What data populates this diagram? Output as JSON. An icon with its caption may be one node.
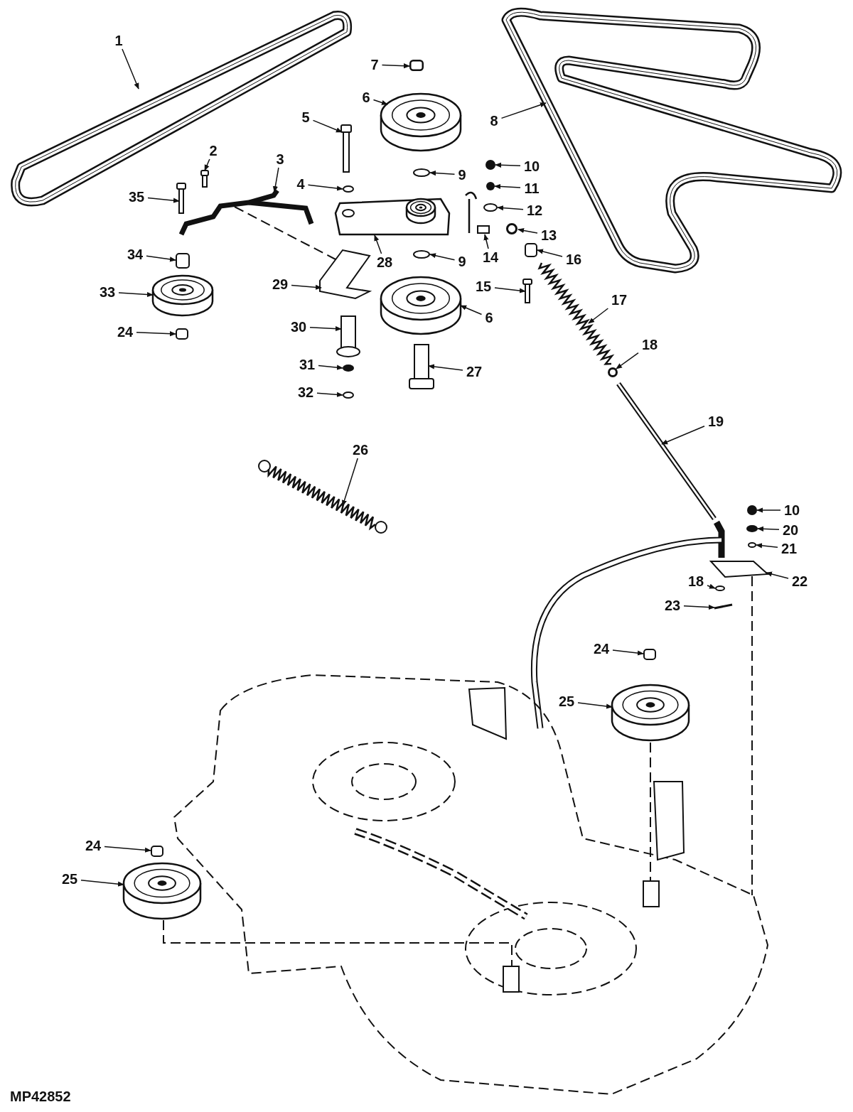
{
  "diagram": {
    "nodes": [
      {
        "text": [
          "1"
        ]
      },
      {
        "text": [
          "7"
        ]
      },
      {
        "text": [
          "8"
        ]
      },
      {
        "text": [
          "6"
        ]
      },
      {
        "text": [
          "5"
        ]
      },
      {
        "text": [
          "2"
        ]
      },
      {
        "text": [
          "3"
        ]
      },
      {
        "text": [
          "10"
        ]
      },
      {
        "text": [
          "9"
        ]
      },
      {
        "text": [
          "4"
        ]
      },
      {
        "text": [
          "11"
        ]
      },
      {
        "text": [
          "35"
        ]
      },
      {
        "text": [
          "12"
        ]
      },
      {
        "text": [
          "13"
        ]
      },
      {
        "text": [
          "34"
        ]
      },
      {
        "text": [
          "14"
        ]
      },
      {
        "text": [
          "28"
        ]
      },
      {
        "text": [
          "9"
        ]
      },
      {
        "text": [
          "16"
        ]
      },
      {
        "text": [
          "29"
        ]
      },
      {
        "text": [
          "33"
        ]
      },
      {
        "text": [
          "15"
        ]
      },
      {
        "text": [
          "17"
        ]
      },
      {
        "text": [
          "6"
        ]
      },
      {
        "text": [
          "30"
        ]
      },
      {
        "text": [
          "24"
        ]
      },
      {
        "text": [
          "18"
        ]
      },
      {
        "text": [
          "31"
        ]
      },
      {
        "text": [
          "27"
        ]
      },
      {
        "text": [
          "32"
        ]
      },
      {
        "text": [
          "19"
        ]
      },
      {
        "text": [
          "26"
        ]
      },
      {
        "text": [
          "10"
        ]
      },
      {
        "text": [
          "20"
        ]
      },
      {
        "text": [
          "21"
        ]
      },
      {
        "text": [
          "18"
        ]
      },
      {
        "text": [
          "22"
        ]
      },
      {
        "text": [
          "23"
        ]
      },
      {
        "text": [
          "24"
        ]
      },
      {
        "text": [
          "25"
        ]
      },
      {
        "text": [
          "24"
        ]
      },
      {
        "text": [
          "25"
        ]
      },
      {
        "text": [],
        "shape": "picture"
      },
      {
        "text": [],
        "shape": "box"
      },
      {
        "text": [],
        "shape": "picture"
      },
      {
        "text": [],
        "shape": "picture"
      },
      {
        "text": [],
        "shape": "picture"
      },
      {
        "text": [],
        "shape": "picture"
      },
      {
        "text": [],
        "shape": "picture"
      },
      {
        "text": [],
        "shape": "circle"
      },
      {
        "text": [],
        "shape": "circle"
      },
      {
        "text": [],
        "shape": "circle"
      },
      {
        "text": [],
        "shape": "circle"
      },
      {
        "text": [],
        "shape": "picture"
      },
      {
        "text": [],
        "shape": "circle"
      },
      {
        "text": [],
        "shape": "circle"
      },
      {
        "text": [],
        "shape": "box"
      },
      {
        "text": [],
        "shape": "picture"
      },
      {
        "text": [],
        "shape": "picture"
      },
      {
        "text": [],
        "shape": "circle"
      },
      {
        "text": [],
        "shape": "box"
      },
      {
        "text": [],
        "shape": "picture"
      },
      {
        "text": [],
        "shape": "picture"
      },
      {
        "text": [],
        "shape": "picture"
      },
      {
        "text": [],
        "shape": "picture"
      },
      {
        "text": [],
        "shape": "picture"
      },
      {
        "text": [],
        "shape": "picture"
      },
      {
        "text": [],
        "shape": "box"
      },
      {
        "text": [],
        "shape": "circle"
      },
      {
        "text": [],
        "shape": "circle"
      },
      {
        "text": [],
        "shape": "picture"
      },
      {
        "text": [],
        "shape": "circle"
      },
      {
        "text": [],
        "shape": "picture"
      },
      {
        "text": [],
        "shape": "picture"
      },
      {
        "text": [],
        "shape": "circle"
      },
      {
        "text": [],
        "shape": "circle"
      },
      {
        "text": [],
        "shape": "circle"
      },
      {
        "text": [],
        "shape": "circle"
      },
      {
        "text": [],
        "shape": "picture"
      },
      {
        "text": [],
        "shape": "picture"
      },
      {
        "text": [],
        "shape": "box"
      },
      {
        "text": [],
        "shape": "picture"
      },
      {
        "text": [],
        "shape": "box"
      },
      {
        "text": [],
        "shape": "picture"
      }
    ],
    "edges": [
      {
        "from": 0,
        "to": 42,
        "arrow": "to"
      },
      {
        "from": 1,
        "to": 43,
        "arrow": "to"
      },
      {
        "from": 2,
        "to": 44,
        "arrow": "to"
      },
      {
        "from": 3,
        "to": 45,
        "arrow": "to"
      },
      {
        "from": 4,
        "to": 46,
        "arrow": "to"
      },
      {
        "from": 5,
        "to": 47,
        "arrow": "to"
      },
      {
        "from": 6,
        "to": 48,
        "arrow": "to"
      },
      {
        "from": 7,
        "to": 49,
        "arrow": "to"
      },
      {
        "from": 8,
        "to": 50,
        "arrow": "to"
      },
      {
        "from": 9,
        "to": 51,
        "arrow": "to"
      },
      {
        "from": 10,
        "to": 52,
        "arrow": "to"
      },
      {
        "from": 11,
        "to": 53,
        "arrow": "to"
      },
      {
        "from": 12,
        "to": 54,
        "arrow": "to"
      },
      {
        "from": 13,
        "to": 55,
        "arrow": "to"
      },
      {
        "from": 14,
        "to": 56,
        "arrow": "to"
      },
      {
        "from": 15,
        "to": 57,
        "arrow": "to"
      },
      {
        "from": 16,
        "to": 58,
        "arrow": "to"
      },
      {
        "from": 17,
        "to": 59,
        "arrow": "to"
      },
      {
        "from": 18,
        "to": 60,
        "arrow": "to"
      },
      {
        "from": 19,
        "to": 61,
        "arrow": "to"
      },
      {
        "from": 20,
        "to": 62,
        "arrow": "to"
      },
      {
        "from": 21,
        "to": 63,
        "arrow": "to"
      },
      {
        "from": 22,
        "to": 64,
        "arrow": "to"
      },
      {
        "from": 23,
        "to": 65,
        "arrow": "to"
      },
      {
        "from": 24,
        "to": 66,
        "arrow": "to"
      },
      {
        "from": 25,
        "to": 67,
        "arrow": "to"
      },
      {
        "from": 26,
        "to": 68,
        "arrow": "to"
      },
      {
        "from": 27,
        "to": 69,
        "arrow": "to"
      },
      {
        "from": 28,
        "to": 70,
        "arrow": "to"
      },
      {
        "from": 29,
        "to": 71,
        "arrow": "to"
      },
      {
        "from": 30,
        "to": 72,
        "arrow": "to"
      },
      {
        "from": 31,
        "to": 73,
        "arrow": "to"
      },
      {
        "from": 32,
        "to": 74,
        "arrow": "to"
      },
      {
        "from": 33,
        "to": 75,
        "arrow": "to"
      },
      {
        "from": 34,
        "to": 76,
        "arrow": "to"
      },
      {
        "from": 35,
        "to": 77,
        "arrow": "to"
      },
      {
        "from": 36,
        "to": 78,
        "arrow": "to"
      },
      {
        "from": 37,
        "to": 79,
        "arrow": "to"
      },
      {
        "from": 38,
        "to": 80,
        "arrow": "to"
      },
      {
        "from": 39,
        "to": 81,
        "arrow": "to"
      },
      {
        "from": 40,
        "to": 82,
        "arrow": "to"
      },
      {
        "from": 41,
        "to": 83,
        "arrow": "to"
      },
      {
        "from": 48,
        "to": 61,
        "arrow": "none",
        "style": "dashed"
      }
    ],
    "labels": [
      "MP42852"
    ]
  }
}
